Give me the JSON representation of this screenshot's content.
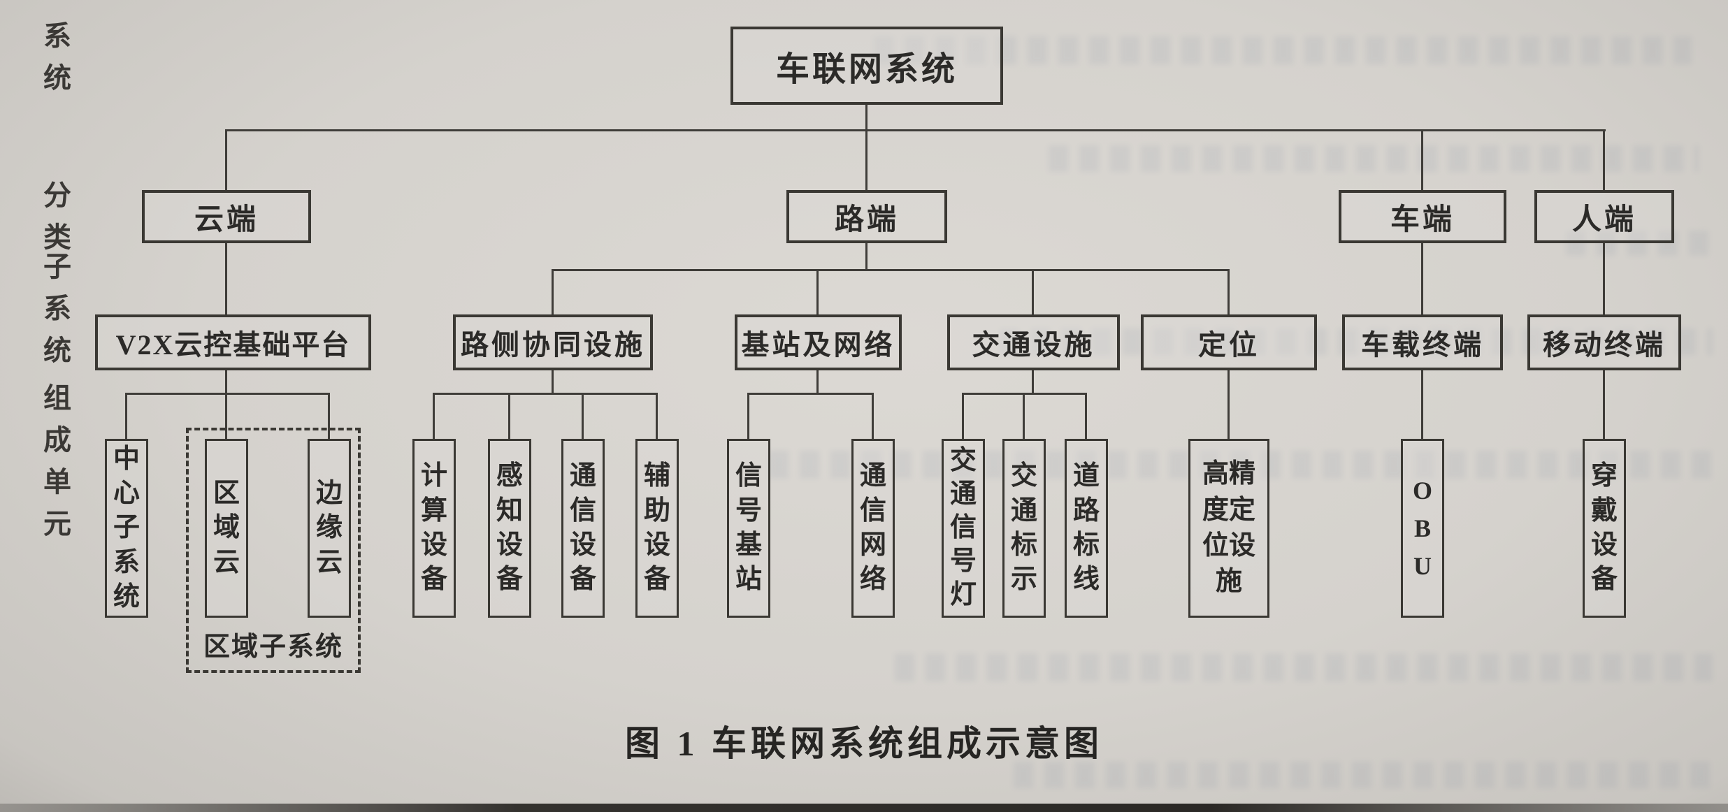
{
  "figure": {
    "caption": "图 1  车联网系统组成示意图"
  },
  "side_labels": {
    "system": "系统",
    "category": "分类",
    "subsystem": "子系统",
    "unit": "组成单元"
  },
  "nodes": {
    "root": "车联网系统",
    "cloud": "云端",
    "road": "路端",
    "vehicle": "车端",
    "person": "人端",
    "v2x_platform": "V2X云控基础平台",
    "roadside_facility": "路侧协同设施",
    "base_network": "基站及网络",
    "traffic_facility": "交通设施",
    "positioning": "定位",
    "vehicle_terminal": "车载终端",
    "mobile_terminal": "移动终端",
    "central_subsystem": "中心子系统",
    "regional_cloud": "区域云",
    "edge_cloud": "边缘云",
    "computing_device": "计算设备",
    "sensing_device": "感知设备",
    "communication_device": "通信设备",
    "auxiliary_device": "辅助设备",
    "signal_base_station": "信号基站",
    "communication_network": "通信网络",
    "traffic_signal_light": "交通信号灯",
    "traffic_sign": "交通标示",
    "road_marking": "道路标线",
    "hd_positioning_facility": "高精度定位设施",
    "obu": "OBU",
    "wearable_device": "穿戴设备"
  },
  "groups": {
    "regional_subsystem": "区域子系统"
  },
  "colors": {
    "paper": "#d5d2cd",
    "ink": "#2b2a28",
    "line": "#3f3d39"
  }
}
